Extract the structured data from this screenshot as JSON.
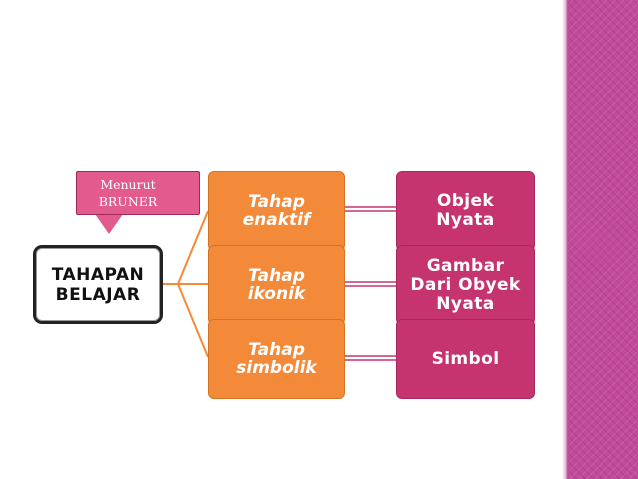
{
  "diagram": {
    "root_label": "TAHAPAN\nBELAJAR",
    "callout_label": "Menurut\nBRUNER",
    "stages": [
      {
        "label": "Tahap\nenaktif",
        "result": "Objek\nNyata"
      },
      {
        "label": "Tahap\nikonik",
        "result": "Gambar\nDari Obyek\nNyata"
      },
      {
        "label": "Tahap\nsimbolik",
        "result": "Simbol"
      }
    ]
  },
  "colors": {
    "stage_fill": "#f38a3a",
    "result_fill": "#c63470",
    "callout_fill": "#e35a8c",
    "sidebar": "#c24a9c",
    "connector_orange": "#f38a3a",
    "connector_magenta": "#c63470"
  }
}
